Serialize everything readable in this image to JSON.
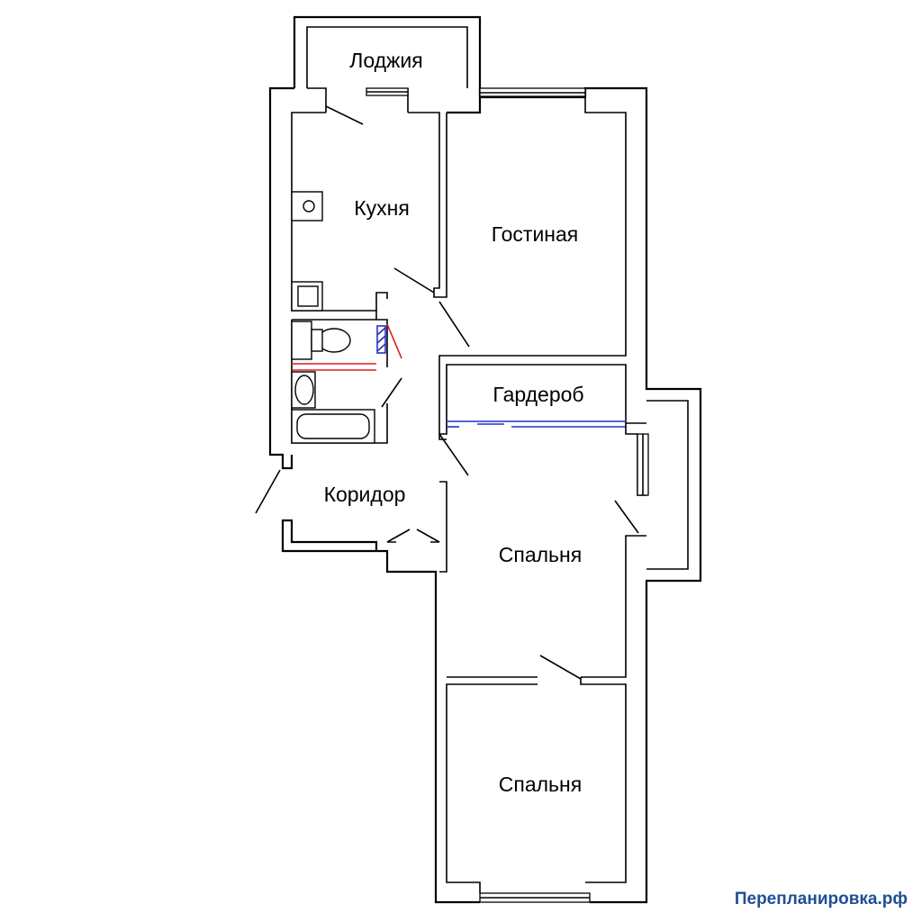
{
  "rooms": {
    "loggia": "Лоджия",
    "kitchen": "Кухня",
    "living_room": "Гостиная",
    "wardrobe": "Гардероб",
    "corridor": "Коридор",
    "bedroom_1": "Спальня",
    "bedroom_2": "Спальня"
  },
  "watermark": "Перепланировка.рф",
  "colors": {
    "walls": "#000000",
    "demolished_wall": "#e21b1b",
    "new_partition": "#2231c9",
    "watermark": "#1f4e96"
  }
}
